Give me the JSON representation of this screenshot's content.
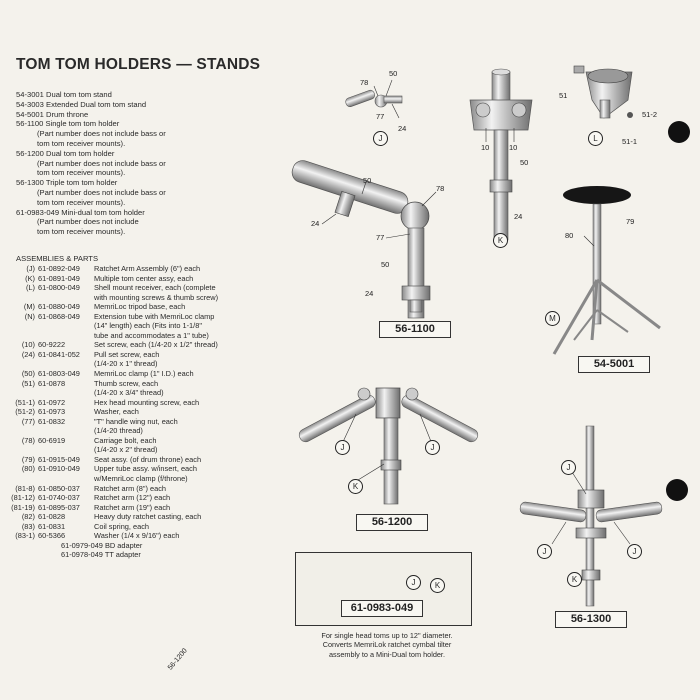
{
  "title": "TOM TOM HOLDERS — STANDS",
  "catalog": [
    {
      "code": "54-3001",
      "name": "Dual tom tom stand",
      "notes": []
    },
    {
      "code": "54-3003",
      "name": "Extended Dual tom tom stand",
      "notes": []
    },
    {
      "code": "54-5001",
      "name": "Drum throne",
      "notes": []
    },
    {
      "code": "56-1100",
      "name": "Single tom tom holder",
      "notes": [
        "(Part number does not include bass or",
        "tom tom receiver mounts)."
      ]
    },
    {
      "code": "56-1200",
      "name": "Dual tom tom holder",
      "notes": [
        "(Part number does not include bass or",
        "tom tom receiver mounts)."
      ]
    },
    {
      "code": "56-1300",
      "name": "Triple tom tom holder",
      "notes": [
        "(Part number does not include bass or",
        "tom tom receiver mounts)."
      ]
    },
    {
      "code": "61-0983-049",
      "name": "Mini-dual tom tom holder",
      "notes": [
        "(Part number does not include",
        "tom tom receiver mounts)."
      ]
    }
  ],
  "assemblies_title": "ASSEMBLIES & PARTS",
  "parts": [
    {
      "ref": "(J)",
      "code": "61-0892-049",
      "desc": "Ratchet Arm Assembly (6\") each",
      "cont": []
    },
    {
      "ref": "(K)",
      "code": "61-0891-049",
      "desc": "Multiple tom center assy, each",
      "cont": []
    },
    {
      "ref": "(L)",
      "code": "61-0800-049",
      "desc": "Shell mount receiver, each (complete",
      "cont": [
        "with mounting screws & thumb screw)"
      ]
    },
    {
      "ref": "(M)",
      "code": "61-0880-049",
      "desc": "MemriLoc tripod base, each",
      "cont": []
    },
    {
      "ref": "(N)",
      "code": "61-0868-049",
      "desc": "Extension tube with MemriLoc clamp",
      "cont": [
        "(14\" length) each (Fits into 1-1/8\"",
        "tube and accommodates a 1\" tube)"
      ]
    },
    {
      "ref": "(10)",
      "code": "60-9222",
      "desc": "Set screw, each (1/4-20 x 1/2\" thread)",
      "cont": []
    },
    {
      "ref": "(24)",
      "code": "61-0841-052",
      "desc": "Pull set screw, each",
      "cont": [
        "(1/4-20 x 1\" thread)"
      ]
    },
    {
      "ref": "(50)",
      "code": "61-0803-049",
      "desc": "MemriLoc clamp (1\" I.D.) each",
      "cont": []
    },
    {
      "ref": "(51)",
      "code": "61-0878",
      "desc": "Thumb screw, each",
      "cont": [
        "(1/4-20 x 3/4\" thread)"
      ]
    },
    {
      "ref": "(51-1)",
      "code": "61-0972",
      "desc": "Hex head mounting screw, each",
      "cont": []
    },
    {
      "ref": "(51-2)",
      "code": "61-0973",
      "desc": "Washer, each",
      "cont": []
    },
    {
      "ref": "(77)",
      "code": "61-0832",
      "desc": "\"T\" handle wing nut, each",
      "cont": [
        "(1/4-20 thread)"
      ]
    },
    {
      "ref": "(78)",
      "code": "60-6919",
      "desc": "Carriage bolt, each",
      "cont": [
        "(1/4-20 x 2\" thread)"
      ]
    },
    {
      "ref": "(79)",
      "code": "61-0915-049",
      "desc": "Seat assy. (of drum throne) each",
      "cont": []
    },
    {
      "ref": "(80)",
      "code": "61-0910-049",
      "desc": "Upper tube assy. w/insert, each",
      "cont": [
        "w/MemriLoc clamp (f/throne)"
      ]
    },
    {
      "ref": "(81-8)",
      "code": "61-0850-037",
      "desc": "Ratchet arm (8\") each",
      "cont": []
    },
    {
      "ref": "(81-12)",
      "code": "61-0740-037",
      "desc": "Ratchet arm (12\") each",
      "cont": []
    },
    {
      "ref": "(81-19)",
      "code": "61-0895-037",
      "desc": "Ratchet arm (19\") each",
      "cont": []
    },
    {
      "ref": "(82)",
      "code": "61-0828",
      "desc": "Heavy duty ratchet casting, each",
      "cont": []
    },
    {
      "ref": "(83)",
      "code": "61-0831",
      "desc": "Coil spring, each",
      "cont": []
    },
    {
      "ref": "(83-1)",
      "code": "60-5366",
      "desc": "Washer (1/4 x 9/16\") each",
      "cont": []
    }
  ],
  "adapters": [
    "61-0979-049  BD adapter",
    "61-0978-049  TT adapter"
  ],
  "models": {
    "m1100": "56-1100",
    "m5001": "54-5001",
    "m1200": "56-1200",
    "m1300": "56-1300",
    "mini": "61-0983-049"
  },
  "mini_caption": [
    "For single head toms up to 12\" diameter.",
    "Converts MemriLok ratchet cymbal tilter",
    "assembly to a Mini-Dual tom holder."
  ],
  "callouts": {
    "c78a": "78",
    "c50a": "50",
    "c77a": "77",
    "c24a": "24",
    "c10a": "10",
    "c10b": "10",
    "c51": "51",
    "c512": "51-2",
    "c511": "51-1",
    "c50b": "50",
    "c24b": "24",
    "c50c": "50",
    "c78b": "78",
    "c24c": "24",
    "c77b": "77",
    "c50d": "50",
    "c24d": "24",
    "c80": "80",
    "c79": "79"
  },
  "labels": {
    "J1": "J",
    "K1": "K",
    "L1": "L",
    "M1": "M",
    "J2": "J",
    "J3": "J",
    "K2": "K",
    "J4": "J",
    "J5": "J",
    "J6": "J",
    "K3": "K",
    "J7": "J",
    "K4": "K"
  },
  "corner_label": "56-1200"
}
